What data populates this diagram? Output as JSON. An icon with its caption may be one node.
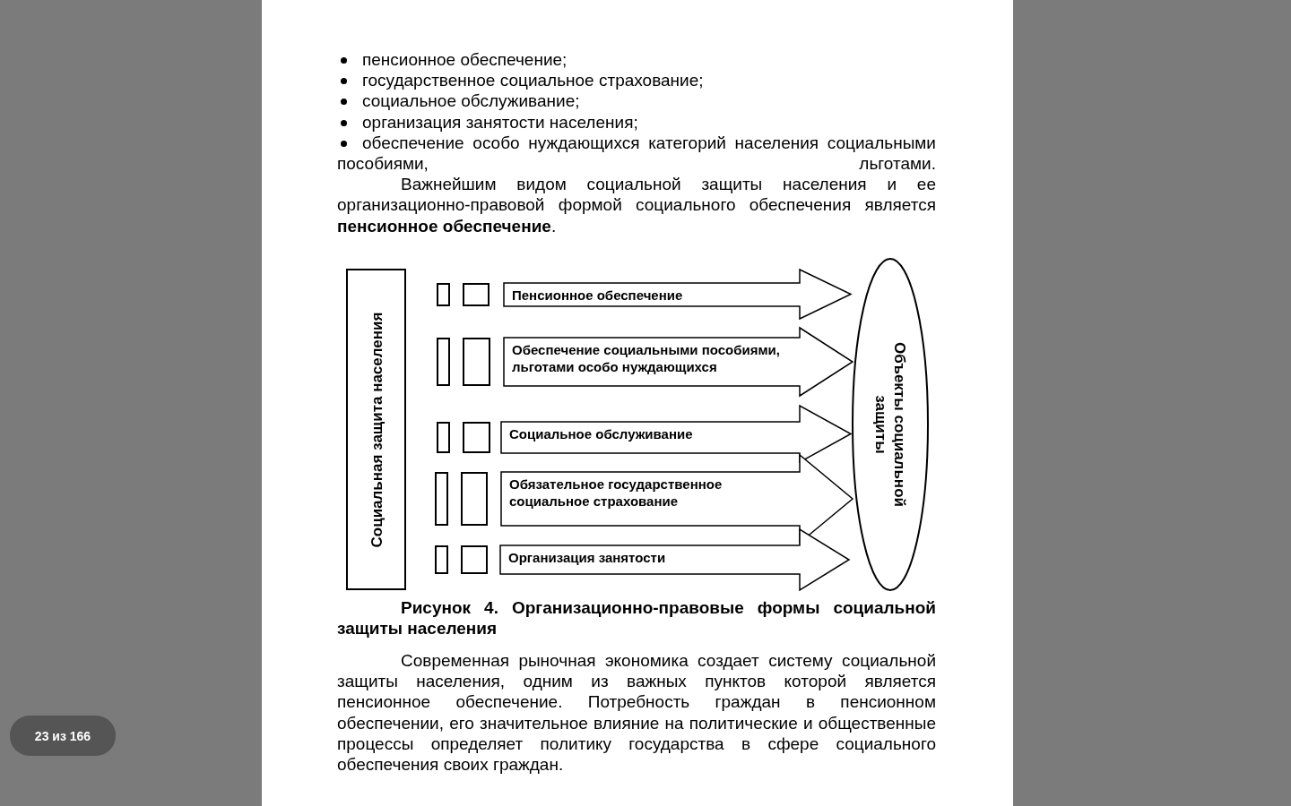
{
  "diagram": {
    "caption": "Рисунок 4. Организационно-правовые формы социальной защиты населения",
    "nodes": [
      {
        "text": [
          "Социальная защита населения"
        ]
      },
      {
        "text": [],
        "shape": "box"
      },
      {
        "text": [],
        "shape": "box"
      },
      {
        "text": [
          "Пенсионное обеспечение"
        ]
      },
      {
        "text": [],
        "shape": "box"
      },
      {
        "text": [],
        "shape": "box"
      },
      {
        "text": [
          "Обеспечение социальными пособиями, льготами особо нуждающихся"
        ]
      },
      {
        "text": [],
        "shape": "box"
      },
      {
        "text": [],
        "shape": "box"
      },
      {
        "text": [
          "Социальное обслуживание"
        ]
      },
      {
        "text": [],
        "shape": "box"
      },
      {
        "text": [],
        "shape": "box"
      },
      {
        "text": [
          "Обязательное государственное социальное страхование"
        ]
      },
      {
        "text": [],
        "shape": "box"
      },
      {
        "text": [],
        "shape": "box"
      },
      {
        "text": [
          "Организация занятости"
        ]
      },
      {
        "text": [
          "Объекты социальной защиты"
        ]
      }
    ],
    "labels": [
      "пенсионное обеспечение;",
      "государственное социальное страхование;",
      "социальное обслуживание;",
      "организация занятости населения;",
      "обеспечение особо нуждающихся категорий населения социальными пособиями, льготами.",
      "Важнейшим видом социальной защиты населения и ее организационно-правовой формой социального обеспечения является **пенсионное обеспечение**.",
      "Современная рыночная экономика создает систему социальной защиты населения, одним из важных пунктов которой является пенсионное обеспечение. Потребность граждан в пенсионном обеспечении, его значительное влияние на политические и общественные процессы определяет политику государства в сфере социального обеспечения своих граждан.",
      "23 из 166"
    ]
  }
}
